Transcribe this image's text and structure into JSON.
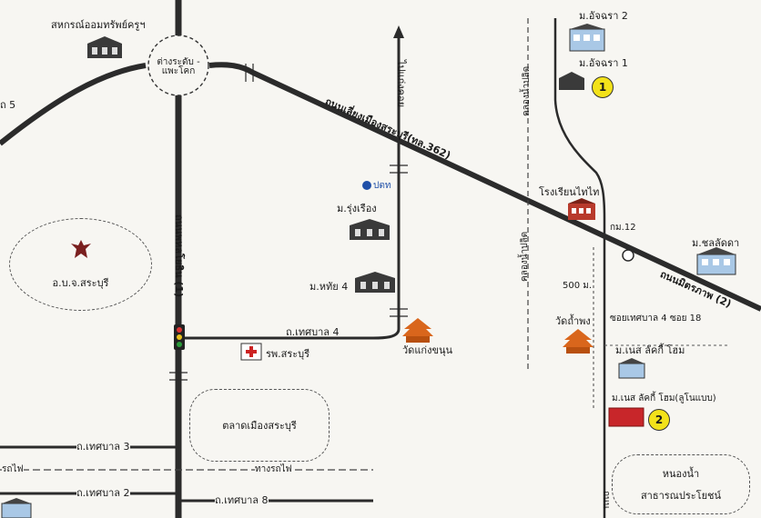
{
  "labels": {
    "coop": "สหกรณ์ออมทรัพย์ครูฯ",
    "roundabout": "ต่างระดับ - แพะโคก",
    "bypass_road": "ถนนเลี่ยงเมืองสระบุรี(ทล.362)",
    "road5": "ถ 5",
    "to_koy": "ไปแก่งคอย",
    "amata2": "ม.อัจฉรา 2",
    "amata1": "ม.อัจฉรา 1",
    "ptt": "ปตท",
    "rungrueang": "ม.รุ่งเรือง",
    "hathai4": "ม.หทัย 4",
    "school": "โรงเรียนไทไท",
    "km12": "กม.12",
    "chollada": "ม.ชลลัดดา",
    "mittraphap": "ถนนมิตรภาพ (2)",
    "canal_top": "คลองน้ำปลิด",
    "canal_mid": "คลองน้ำปลิด",
    "phahon": "ถนนพหลโยธิน (1)",
    "pao": "อ.บ.จ.สระบุรี",
    "dist500": "500 ม.",
    "soi": "ซอยเทศบาล 4 ซอย 18",
    "wat_tham_phong": "วัดถ้ำพง",
    "tesaban4": "ถ.เทศบาล 4",
    "wat_kaeng": "วัดแก่งขนุน",
    "hospital": "รพ.สระบุรี",
    "lucky": "ม.เนส ลัคกี้ โฮม",
    "lucky_new": "ม.เนส ลัคกี้ โฮม(ลูโนแบบ)",
    "market": "ตลาดเมืองสระบุรี",
    "tesaban3": "ถ.เทศบาล 3",
    "rail_left": "รถไฟ",
    "rail_mid": "ทางรถไฟ",
    "tesaban2": "ถ.เทศบาล 2",
    "tesaban8": "ถ.เทศบาล 8",
    "pond_line1": "หนองน้ำ",
    "pond_line2": "สาธารณประโยชน์",
    "road_sub": "ถนน",
    "marker1": "1",
    "marker2": "2"
  },
  "colors": {
    "road": "#2b2b2b",
    "marker": "#f3e21a",
    "plot": "#c8262a",
    "temple": "#d9661c",
    "building": "#3a3a3a",
    "school": "#b83a2c"
  }
}
